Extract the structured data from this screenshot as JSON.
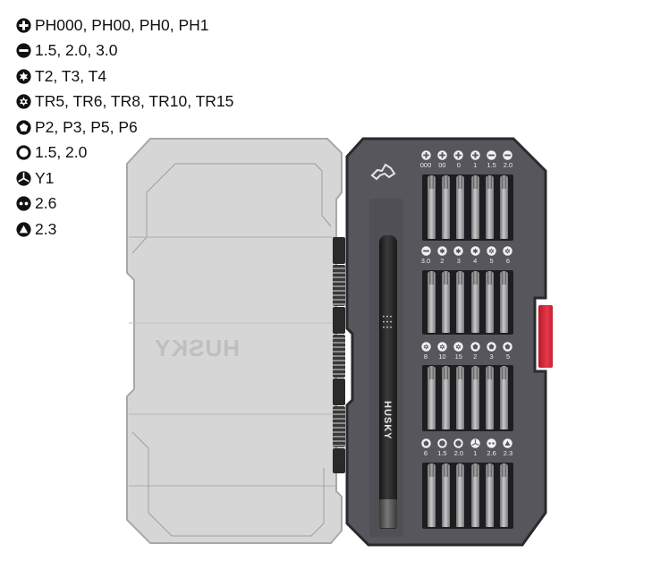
{
  "legend": [
    {
      "icon": "phillips-icon",
      "text": "PH000, PH00, PH0, PH1"
    },
    {
      "icon": "slotted-icon",
      "text": "1.5, 2.0, 3.0"
    },
    {
      "icon": "torx-icon",
      "text": "T2, T3, T4"
    },
    {
      "icon": "torx-security-icon",
      "text": "TR5, TR6, TR8, TR10, TR15"
    },
    {
      "icon": "pentalobe-icon",
      "text": "P2, P3, P5, P6"
    },
    {
      "icon": "round-icon",
      "text": "1.5, 2.0"
    },
    {
      "icon": "tri-wing-icon",
      "text": "Y1"
    },
    {
      "icon": "spanner-icon",
      "text": "2.6"
    },
    {
      "icon": "triangle-icon",
      "text": "2.3"
    }
  ],
  "case": {
    "brand": "HUSKY",
    "lid_color": "#d2d2d2",
    "base_color": "#55555b",
    "latch_color": "#d12a3c"
  },
  "driver": {
    "brand": "HUSKY"
  },
  "trays": [
    {
      "sizes": [
        {
          "icon": "phillips-icon",
          "label": "000"
        },
        {
          "icon": "phillips-icon",
          "label": "00"
        },
        {
          "icon": "phillips-icon",
          "label": "0"
        },
        {
          "icon": "phillips-icon",
          "label": "1"
        },
        {
          "icon": "slotted-icon",
          "label": "1.5"
        },
        {
          "icon": "slotted-icon",
          "label": "2.0"
        }
      ]
    },
    {
      "sizes": [
        {
          "icon": "slotted-icon",
          "label": "3.0"
        },
        {
          "icon": "torx-icon",
          "label": "2"
        },
        {
          "icon": "torx-icon",
          "label": "3"
        },
        {
          "icon": "torx-icon",
          "label": "4"
        },
        {
          "icon": "torx-security-icon",
          "label": "5"
        },
        {
          "icon": "torx-security-icon",
          "label": "6"
        }
      ]
    },
    {
      "sizes": [
        {
          "icon": "torx-security-icon",
          "label": "8"
        },
        {
          "icon": "torx-security-icon",
          "label": "10"
        },
        {
          "icon": "torx-security-icon",
          "label": "15"
        },
        {
          "icon": "pentalobe-icon",
          "label": "2"
        },
        {
          "icon": "pentalobe-icon",
          "label": "3"
        },
        {
          "icon": "pentalobe-icon",
          "label": "5"
        }
      ]
    },
    {
      "sizes": [
        {
          "icon": "pentalobe-icon",
          "label": "6"
        },
        {
          "icon": "round-icon",
          "label": "1.5"
        },
        {
          "icon": "round-icon",
          "label": "2.0"
        },
        {
          "icon": "tri-wing-icon",
          "label": "1"
        },
        {
          "icon": "spanner-icon",
          "label": "2.6"
        },
        {
          "icon": "triangle-icon",
          "label": "2.3"
        }
      ]
    }
  ]
}
